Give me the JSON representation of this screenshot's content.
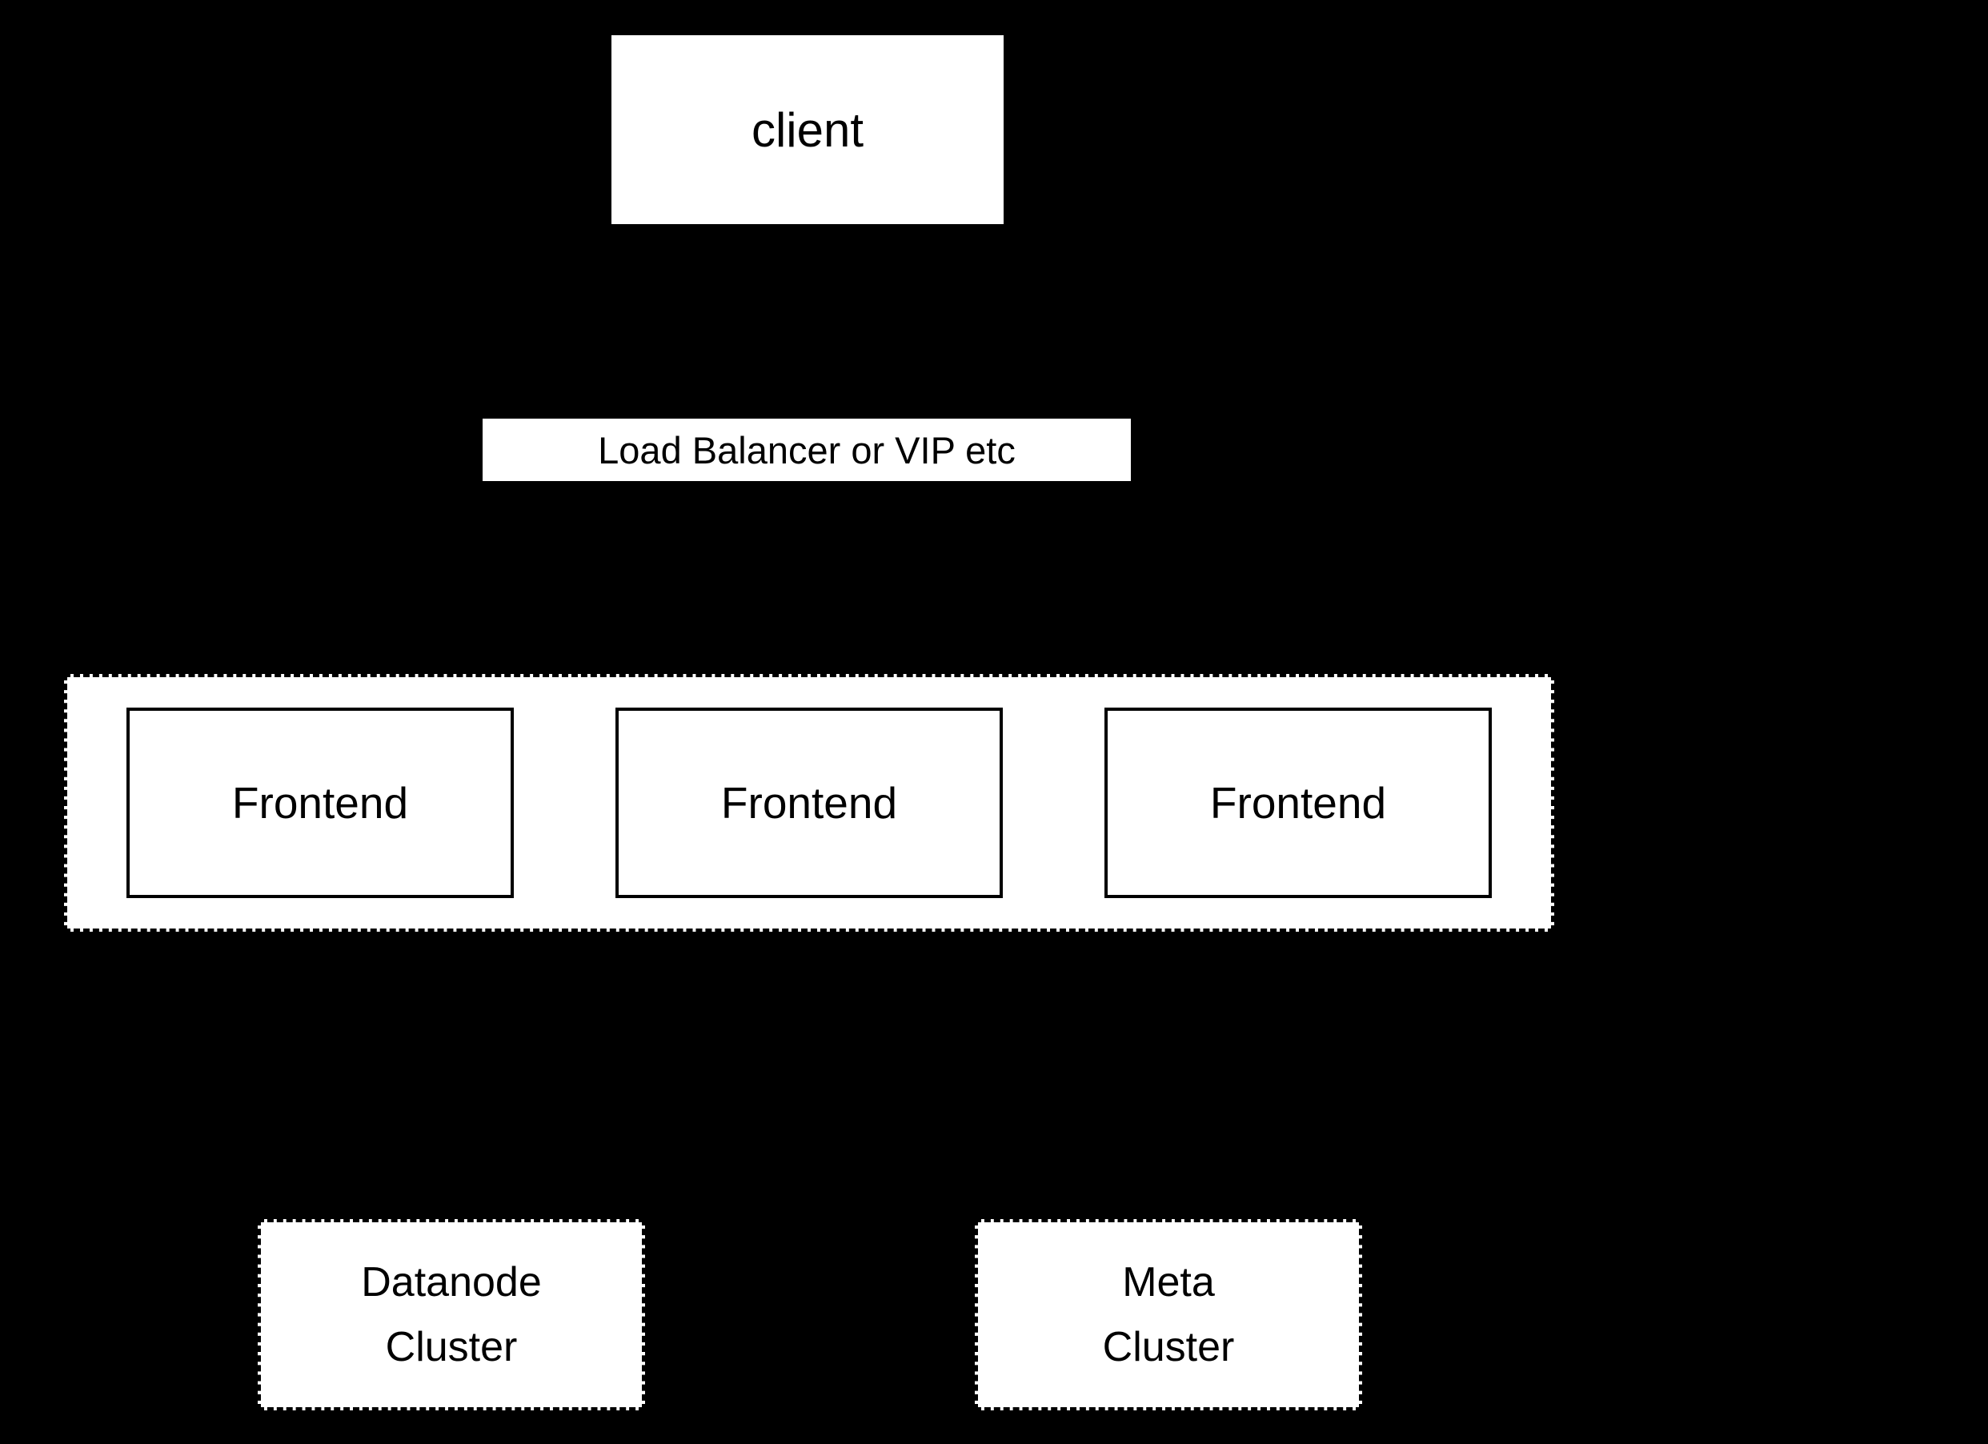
{
  "colors": {
    "background": "#000000",
    "node_fill": "#ffffff",
    "node_border": "#000000",
    "text": "#000000"
  },
  "diagram": {
    "client": {
      "label": "client"
    },
    "load_balancer": {
      "label": "Load Balancer or VIP etc"
    },
    "frontends": [
      {
        "label": "Frontend"
      },
      {
        "label": "Frontend"
      },
      {
        "label": "Frontend"
      }
    ],
    "datanode_cluster": {
      "line1": "Datanode",
      "line2": "Cluster"
    },
    "meta_cluster": {
      "line1": "Meta",
      "line2": "Cluster"
    }
  }
}
